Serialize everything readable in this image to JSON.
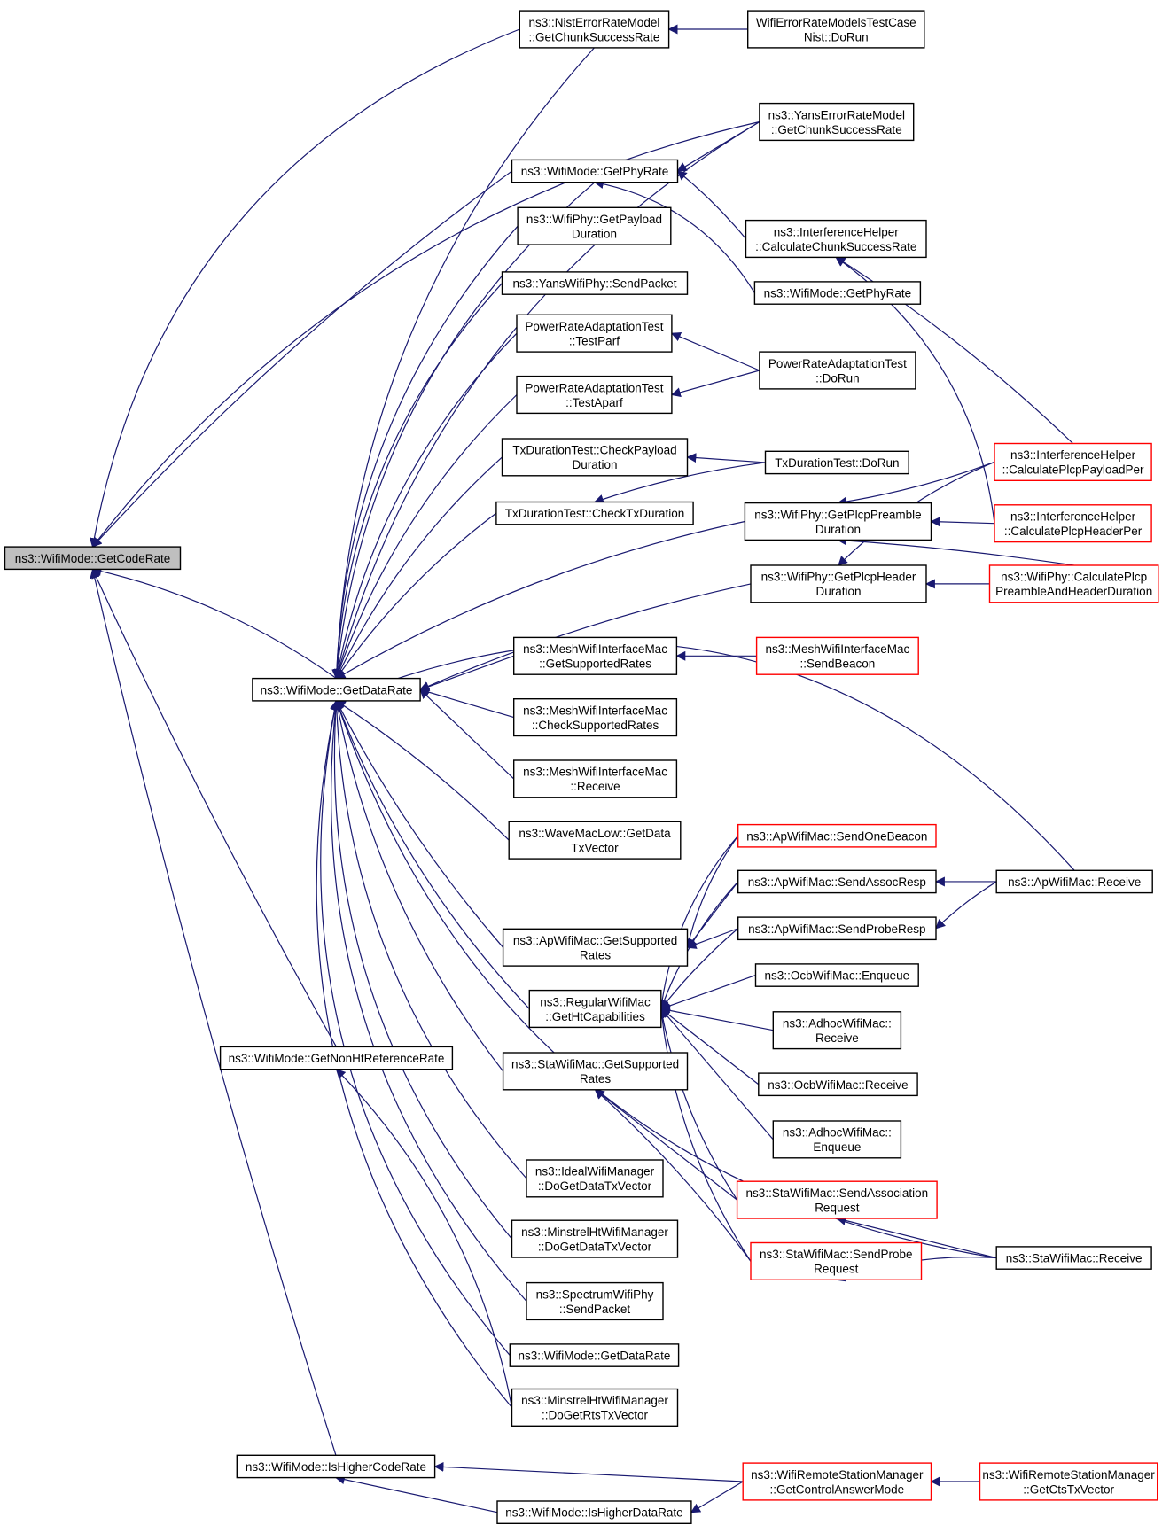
{
  "root": "ns3::WifiMode::GetCodeRate",
  "colors": {
    "edge": "#191970",
    "box_border": "#000000",
    "box_border_truncated": "#ff0000",
    "root_fill": "#bfbfbf"
  },
  "nodes": [
    {
      "id": "root",
      "lines": [
        "ns3::WifiMode::GetCodeRate"
      ]
    },
    {
      "id": "getDataRate",
      "lines": [
        "ns3::WifiMode::GetDataRate"
      ]
    },
    {
      "id": "getNonHt",
      "lines": [
        "ns3::WifiMode::GetNonHtReferenceRate"
      ]
    },
    {
      "id": "isHigherCode",
      "lines": [
        "ns3::WifiMode::IsHigherCodeRate"
      ]
    },
    {
      "id": "isHigherData",
      "lines": [
        "ns3::WifiMode::IsHigherDataRate"
      ]
    },
    {
      "id": "nistChunk",
      "lines": [
        "ns3::NistErrorRateModel",
        "::GetChunkSuccessRate"
      ]
    },
    {
      "id": "nistTest",
      "lines": [
        "WifiErrorRateModelsTestCase",
        "Nist::DoRun"
      ]
    },
    {
      "id": "yansChunk",
      "lines": [
        "ns3::YansErrorRateModel",
        "::GetChunkSuccessRate"
      ]
    },
    {
      "id": "getPhyRate",
      "lines": [
        "ns3::WifiMode::GetPhyRate"
      ]
    },
    {
      "id": "interfChunk",
      "lines": [
        "ns3::InterferenceHelper",
        "::CalculateChunkSuccessRate"
      ]
    },
    {
      "id": "getPhyRate2",
      "lines": [
        "ns3::WifiMode::GetPhyRate"
      ]
    },
    {
      "id": "payloadDur",
      "lines": [
        "ns3::WifiPhy::GetPayload",
        "Duration"
      ]
    },
    {
      "id": "yansSend",
      "lines": [
        "ns3::YansWifiPhy::SendPacket"
      ]
    },
    {
      "id": "testParf",
      "lines": [
        "PowerRateAdaptationTest",
        "::TestParf"
      ]
    },
    {
      "id": "testAparf",
      "lines": [
        "PowerRateAdaptationTest",
        "::TestAparf"
      ]
    },
    {
      "id": "praDoRun",
      "lines": [
        "PowerRateAdaptationTest",
        "::DoRun"
      ]
    },
    {
      "id": "checkPayload",
      "lines": [
        "TxDurationTest::CheckPayload",
        "Duration"
      ]
    },
    {
      "id": "checkTxDur",
      "lines": [
        "TxDurationTest::CheckTxDuration"
      ]
    },
    {
      "id": "txDoRun",
      "lines": [
        "TxDurationTest::DoRun"
      ]
    },
    {
      "id": "plcpPreamble",
      "lines": [
        "ns3::WifiPhy::GetPlcpPreamble",
        "Duration"
      ]
    },
    {
      "id": "plcpHeader",
      "lines": [
        "ns3::WifiPhy::GetPlcpHeader",
        "Duration"
      ]
    },
    {
      "id": "interfPayloadPer",
      "lines": [
        "ns3::InterferenceHelper",
        "::CalculatePlcpPayloadPer"
      ],
      "truncated": true
    },
    {
      "id": "interfHeaderPer",
      "lines": [
        "ns3::InterferenceHelper",
        "::CalculatePlcpHeaderPer"
      ],
      "truncated": true
    },
    {
      "id": "calcPreambleHdr",
      "lines": [
        "ns3::WifiPhy::CalculatePlcp",
        "PreambleAndHeaderDuration"
      ],
      "truncated": true
    },
    {
      "id": "meshSupported",
      "lines": [
        "ns3::MeshWifiInterfaceMac",
        "::GetSupportedRates"
      ]
    },
    {
      "id": "meshBeacon",
      "lines": [
        "ns3::MeshWifiInterfaceMac",
        "::SendBeacon"
      ],
      "truncated": true
    },
    {
      "id": "meshCheck",
      "lines": [
        "ns3::MeshWifiInterfaceMac",
        "::CheckSupportedRates"
      ]
    },
    {
      "id": "meshReceive",
      "lines": [
        "ns3::MeshWifiInterfaceMac",
        "::Receive"
      ]
    },
    {
      "id": "waveGetData",
      "lines": [
        "ns3::WaveMacLow::GetData",
        "TxVector"
      ]
    },
    {
      "id": "apOneBeacon",
      "lines": [
        "ns3::ApWifiMac::SendOneBeacon"
      ],
      "truncated": true
    },
    {
      "id": "apAssocResp",
      "lines": [
        "ns3::ApWifiMac::SendAssocResp"
      ]
    },
    {
      "id": "apReceive",
      "lines": [
        "ns3::ApWifiMac::Receive"
      ]
    },
    {
      "id": "apProbeResp",
      "lines": [
        "ns3::ApWifiMac::SendProbeResp"
      ]
    },
    {
      "id": "apSupported",
      "lines": [
        "ns3::ApWifiMac::GetSupported",
        "Rates"
      ]
    },
    {
      "id": "ocbEnqueue",
      "lines": [
        "ns3::OcbWifiMac::Enqueue"
      ]
    },
    {
      "id": "regularHt",
      "lines": [
        "ns3::RegularWifiMac",
        "::GetHtCapabilities"
      ]
    },
    {
      "id": "adhocReceive",
      "lines": [
        "ns3::AdhocWifiMac::",
        "Receive"
      ]
    },
    {
      "id": "staSupported",
      "lines": [
        "ns3::StaWifiMac::GetSupported",
        "Rates"
      ]
    },
    {
      "id": "ocbReceive",
      "lines": [
        "ns3::OcbWifiMac::Receive"
      ]
    },
    {
      "id": "adhocEnqueue",
      "lines": [
        "ns3::AdhocWifiMac::",
        "Enqueue"
      ]
    },
    {
      "id": "idealGet",
      "lines": [
        "ns3::IdealWifiManager",
        "::DoGetDataTxVector"
      ]
    },
    {
      "id": "staAssoc",
      "lines": [
        "ns3::StaWifiMac::SendAssociation",
        "Request"
      ],
      "truncated": true
    },
    {
      "id": "minstrelGet",
      "lines": [
        "ns3::MinstrelHtWifiManager",
        "::DoGetDataTxVector"
      ]
    },
    {
      "id": "staProbe",
      "lines": [
        "ns3::StaWifiMac::SendProbe",
        "Request"
      ],
      "truncated": true
    },
    {
      "id": "staReceive",
      "lines": [
        "ns3::StaWifiMac::Receive"
      ]
    },
    {
      "id": "spectrumSend",
      "lines": [
        "ns3::SpectrumWifiPhy",
        "::SendPacket"
      ]
    },
    {
      "id": "getDataRate2",
      "lines": [
        "ns3::WifiMode::GetDataRate"
      ]
    },
    {
      "id": "minstrelRts",
      "lines": [
        "ns3::MinstrelHtWifiManager",
        "::DoGetRtsTxVector"
      ]
    },
    {
      "id": "ctrlAnswer",
      "lines": [
        "ns3::WifiRemoteStationManager",
        "::GetControlAnswerMode"
      ],
      "truncated": true
    },
    {
      "id": "ctsTx",
      "lines": [
        "ns3::WifiRemoteStationManager",
        "::GetCtsTxVector"
      ],
      "truncated": true
    }
  ]
}
